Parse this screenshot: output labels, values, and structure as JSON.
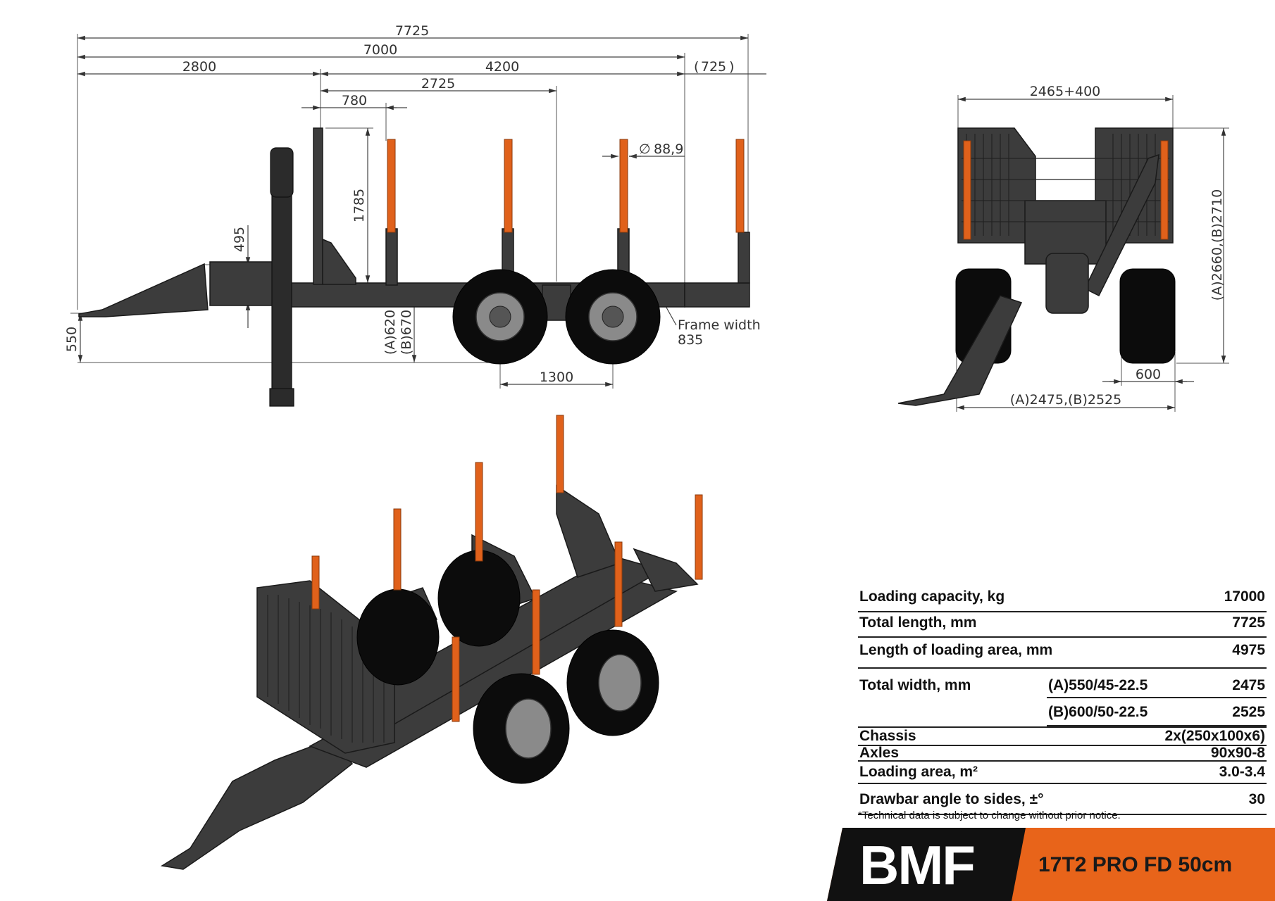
{
  "side_view": {
    "dimensions": {
      "overall_length": "7725",
      "total_7000": "7000",
      "drawbar_2800": "2800",
      "length_4200": "4200",
      "rear_725": "725",
      "to_axle_2725": "2725",
      "spacing_780": "780",
      "post_height_1785": "1785",
      "post_diameter": "88,9",
      "hitch_495": "495",
      "hitch_550": "550",
      "frame_height_a": "(A)620",
      "frame_height_b": "(B)670",
      "axle_spacing": "1300",
      "frame_width_label": "Frame width",
      "frame_width_value": "835"
    }
  },
  "rear_view": {
    "dimensions": {
      "bunk_width": "2465+400",
      "height": "(A)2660,(B)2710",
      "tyre_width": "600",
      "total_width": "(A)2475,(B)2525"
    }
  },
  "specs": {
    "rows": [
      {
        "label": "Loading capacity, kg",
        "value": "17000"
      },
      {
        "label": "Total length, mm",
        "value": "7725"
      },
      {
        "label": "Length of loading area, mm",
        "value": "4975"
      },
      {
        "label": "Total width, mm",
        "value": "2475",
        "variant": "(A)550/45-22.5"
      },
      {
        "label": "",
        "value": "2525",
        "variant": "(B)600/50-22.5"
      },
      {
        "label": "Chassis",
        "value": "2x(250x100x6)"
      },
      {
        "label": "Axles",
        "value": "90x90-8"
      },
      {
        "label": "Loading area, m²",
        "value": "3.0-3.4"
      },
      {
        "label": "Drawbar angle to sides, ±°",
        "value": "30"
      }
    ],
    "disclaimer": "*Technical data is subject to change without prior notice."
  },
  "brand": {
    "logo": "BMF",
    "model": "17T2 PRO FD 50cm",
    "accent_color": "#e8641a",
    "dark_color": "#111111"
  }
}
